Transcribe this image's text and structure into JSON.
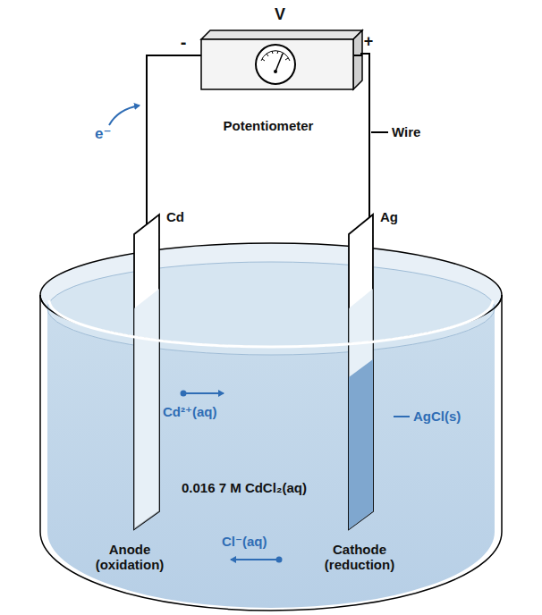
{
  "diagram": {
    "labels": [
      "V",
      "-",
      "+",
      "e⁻",
      "Potentiometer",
      "Wire",
      "Cd",
      "Ag",
      "Cd²⁺(aq)",
      "AgCl(s)",
      "0.016 7 M CdCl₂(aq)",
      "Anode (oxidation)",
      "Cathode (reduction)",
      "Cl⁻(aq)"
    ]
  }
}
